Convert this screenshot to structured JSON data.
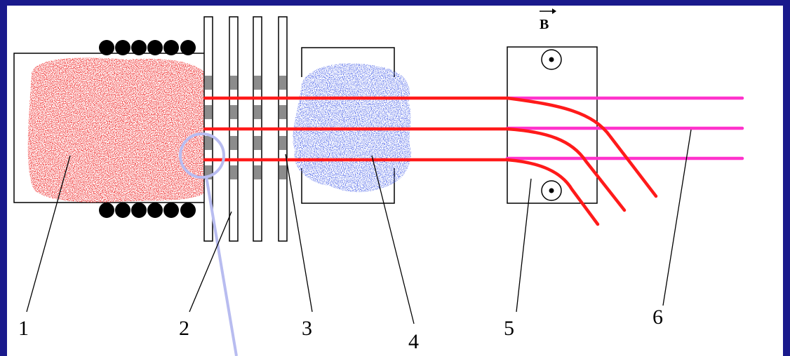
{
  "labels": {
    "source": "1",
    "grids": "2",
    "gap": "3",
    "neutralizer": "4",
    "magnet": "5",
    "beams": "6"
  },
  "field_symbol": "B",
  "colors": {
    "frame": "#1a1a8c",
    "background": "#ffffff",
    "source_plasma": "#e01010",
    "neutralizer_gas": "#1a2ad0",
    "ion_beam": "#ff1a1a",
    "neutral_beam": "#ff33cc",
    "grid_hole": "#8c8c8c",
    "highlight_circle": "#b8bcf0"
  },
  "icons": [
    "field-dot-icon",
    "field-vector-arrow-icon",
    "magnet-coil-icon"
  ]
}
